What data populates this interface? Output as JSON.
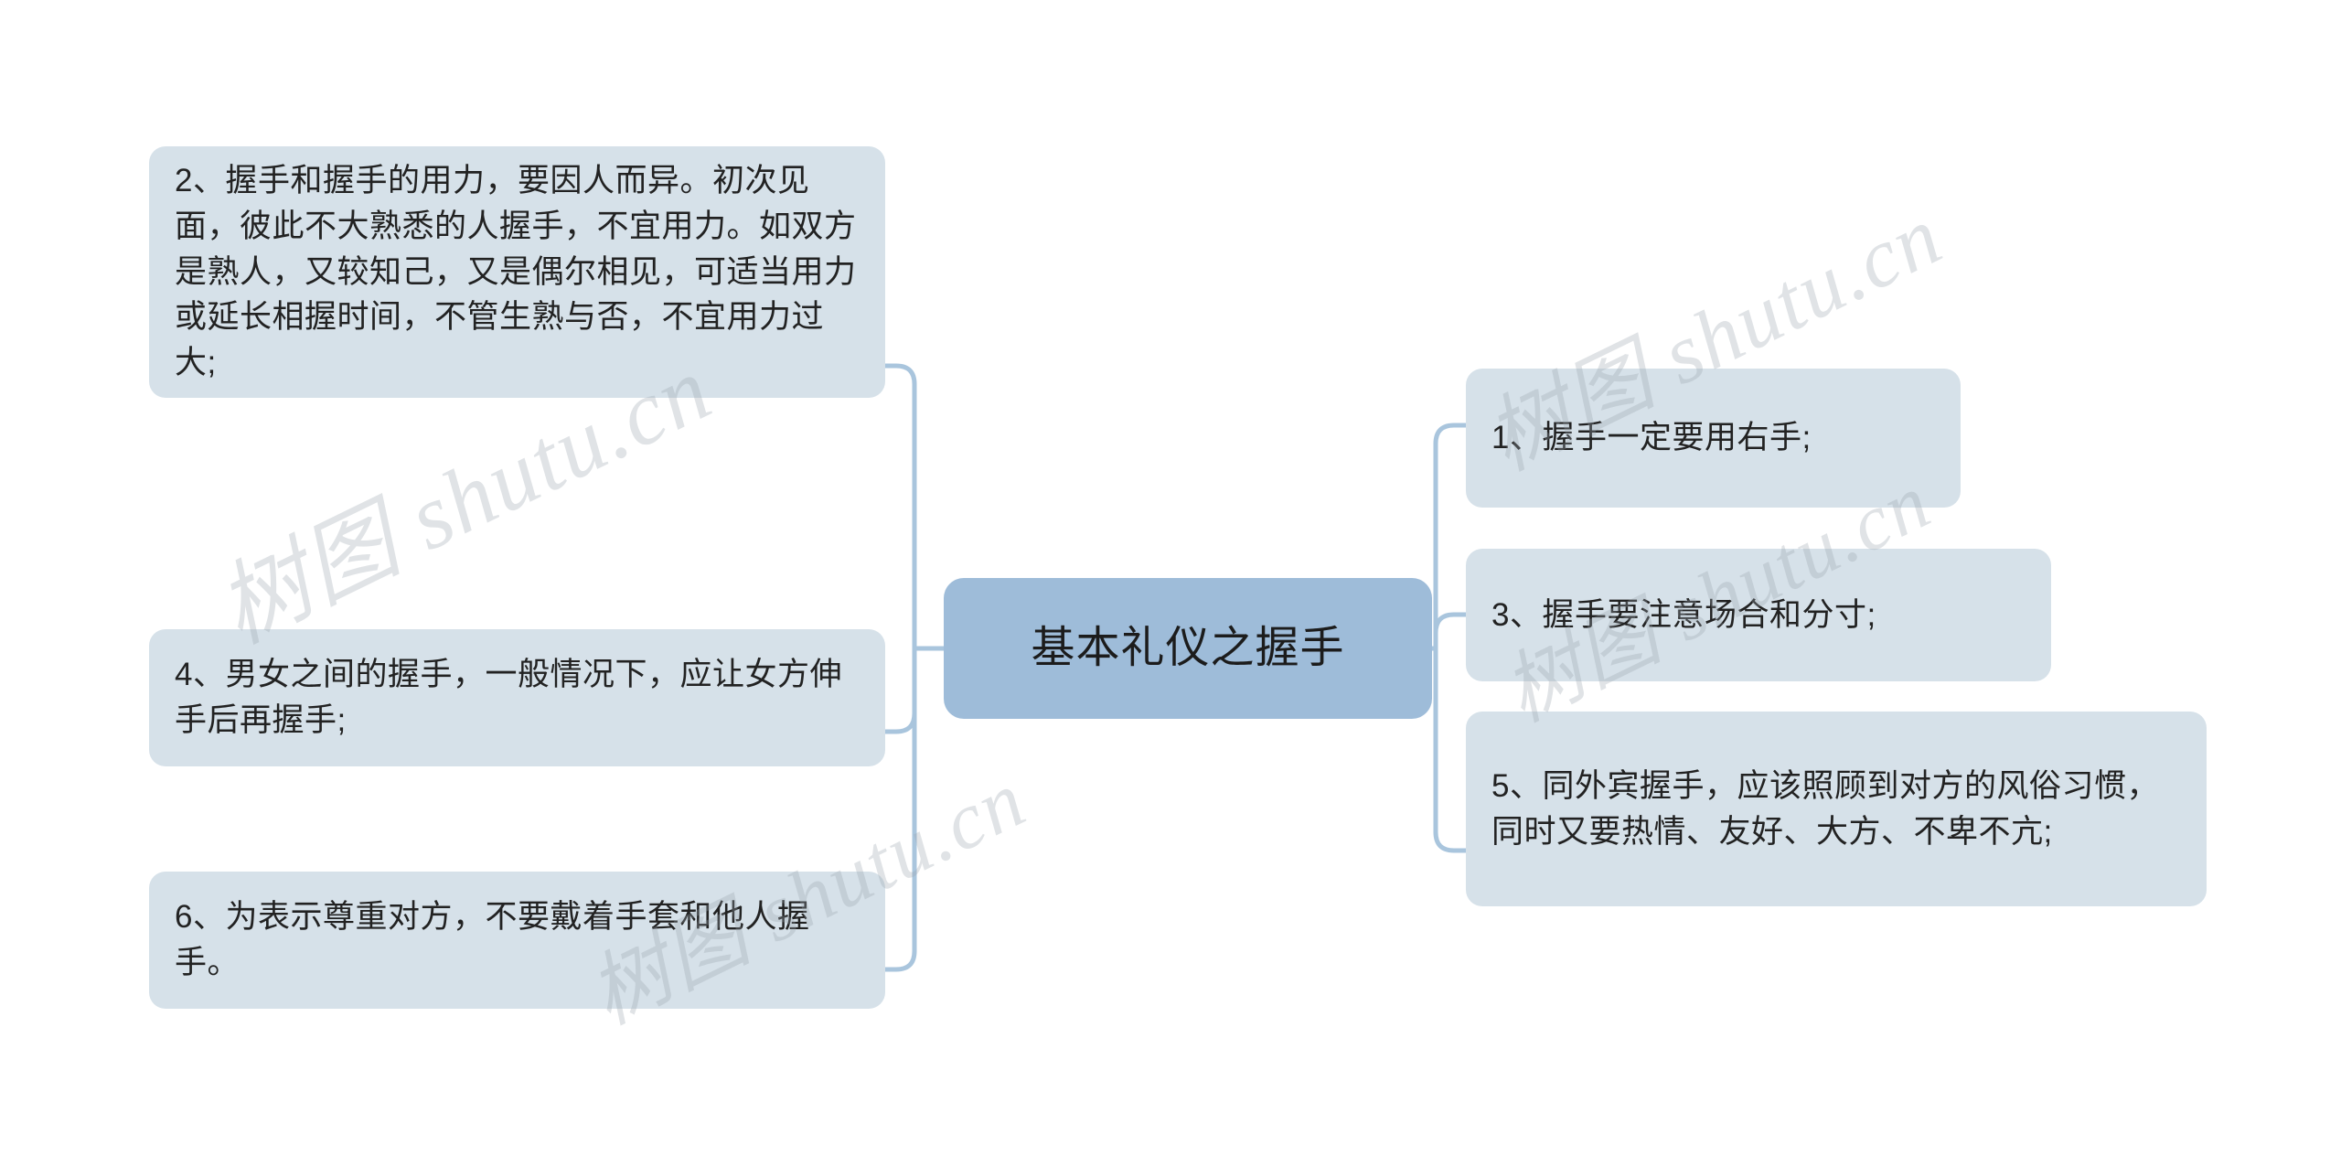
{
  "diagram": {
    "title": "基本礼仪之握手",
    "type": "mindmap",
    "center": {
      "label": "基本礼仪之握手"
    },
    "branches": {
      "left": [
        {
          "id": "item-2",
          "label": "2、握手和握手的用力，要因人而异。初次见面，彼此不大熟悉的人握手，不宜用力。如双方是熟人，又较知己，又是偶尔相见，可适当用力或延长相握时间，不管生熟与否，不宜用力过大;"
        },
        {
          "id": "item-4",
          "label": "4、男女之间的握手，一般情况下，应让女方伸手后再握手;"
        },
        {
          "id": "item-6",
          "label": "6、为表示尊重对方，不要戴着手套和他人握手。"
        }
      ],
      "right": [
        {
          "id": "item-1",
          "label": "1、握手一定要用右手;"
        },
        {
          "id": "item-3",
          "label": "3、握手要注意场合和分寸;"
        },
        {
          "id": "item-5",
          "label": "5、同外宾握手，应该照顾到对方的风俗习惯，同时又要热情、友好、大方、不卑不亢;"
        }
      ]
    },
    "colors": {
      "center_fill": "#9ebcd9",
      "leaf_fill": "#d6e1e9",
      "connector": "#a9c5dd",
      "text": "#222222",
      "background": "#ffffff",
      "watermark": "#9aa4ad"
    }
  },
  "watermarks": [
    {
      "text": "树图 shutu.cn"
    },
    {
      "text": "树图 shutu.cn"
    },
    {
      "text": "树图 shutu.cn"
    },
    {
      "text": "树图 shutu.cn"
    }
  ]
}
